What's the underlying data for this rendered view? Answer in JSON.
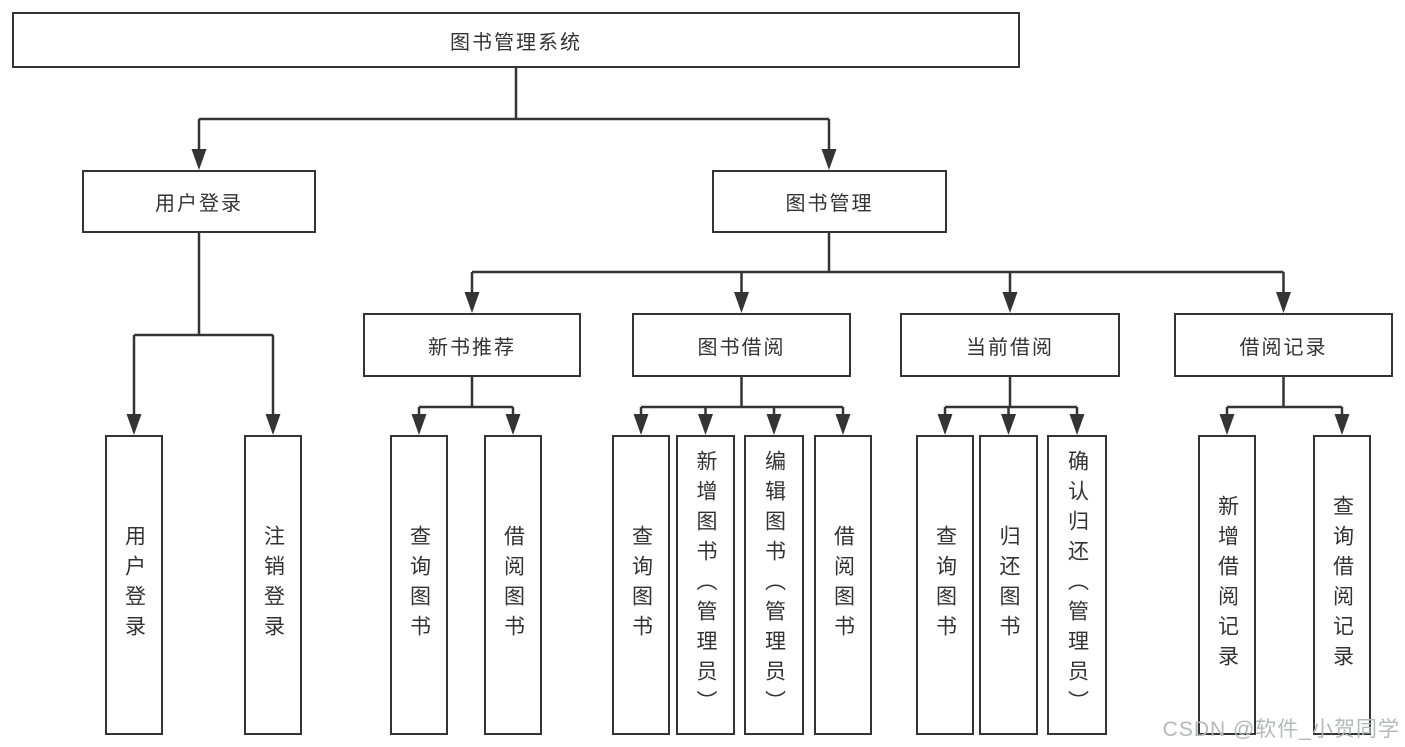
{
  "diagram": {
    "root": {
      "label": "图书管理系统",
      "children": [
        {
          "label": "用户登录",
          "children": [
            {
              "label": "用户登录"
            },
            {
              "label": "注销登录"
            }
          ]
        },
        {
          "label": "图书管理",
          "children": [
            {
              "label": "新书推荐",
              "children": [
                {
                  "label": "查询图书"
                },
                {
                  "label": "借阅图书"
                }
              ]
            },
            {
              "label": "图书借阅",
              "children": [
                {
                  "label": "查询图书"
                },
                {
                  "label": "新增图书（管理员）"
                },
                {
                  "label": "编辑图书（管理员）"
                },
                {
                  "label": "借阅图书"
                }
              ]
            },
            {
              "label": "当前借阅",
              "children": [
                {
                  "label": "查询图书"
                },
                {
                  "label": "归还图书"
                },
                {
                  "label": "确认归还（管理员）"
                }
              ]
            },
            {
              "label": "借阅记录",
              "children": [
                {
                  "label": "新增借阅记录"
                },
                {
                  "label": "查询借阅记录"
                }
              ]
            }
          ]
        }
      ]
    }
  },
  "watermark": {
    "text": "CSDN @软件_小贺同学"
  },
  "colors": {
    "line": "#343434",
    "box_border": "#343434",
    "text": "#333333",
    "watermark": "#b5b7b9",
    "background": "#ffffff"
  }
}
